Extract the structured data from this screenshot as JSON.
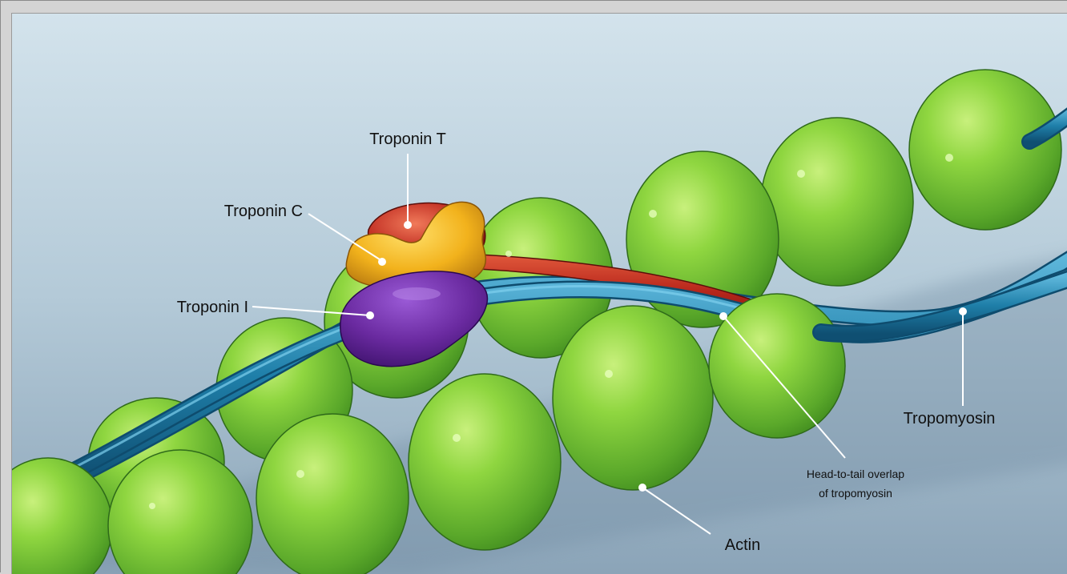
{
  "labels": {
    "troponin_t": "Troponin T",
    "troponin_c": "Troponin C",
    "troponin_i": "Troponin I",
    "tropomyosin": "Tropomyosin",
    "overlap_line1": "Head-to-tail overlap",
    "overlap_line2": "of tropomyosin",
    "actin": "Actin"
  },
  "colors": {
    "background_top": "#ccdfe9",
    "background_bottom": "#8ea7ba",
    "actin_green": "#7fcc3a",
    "actin_outline": "#2f6a1a",
    "tropomyosin_blue": "#1c7ea8",
    "troponin_t_red": "#c23024",
    "troponin_c_yellow": "#f2b21c",
    "troponin_i_purple": "#6a2aa0",
    "leader_line": "#ffffff"
  }
}
